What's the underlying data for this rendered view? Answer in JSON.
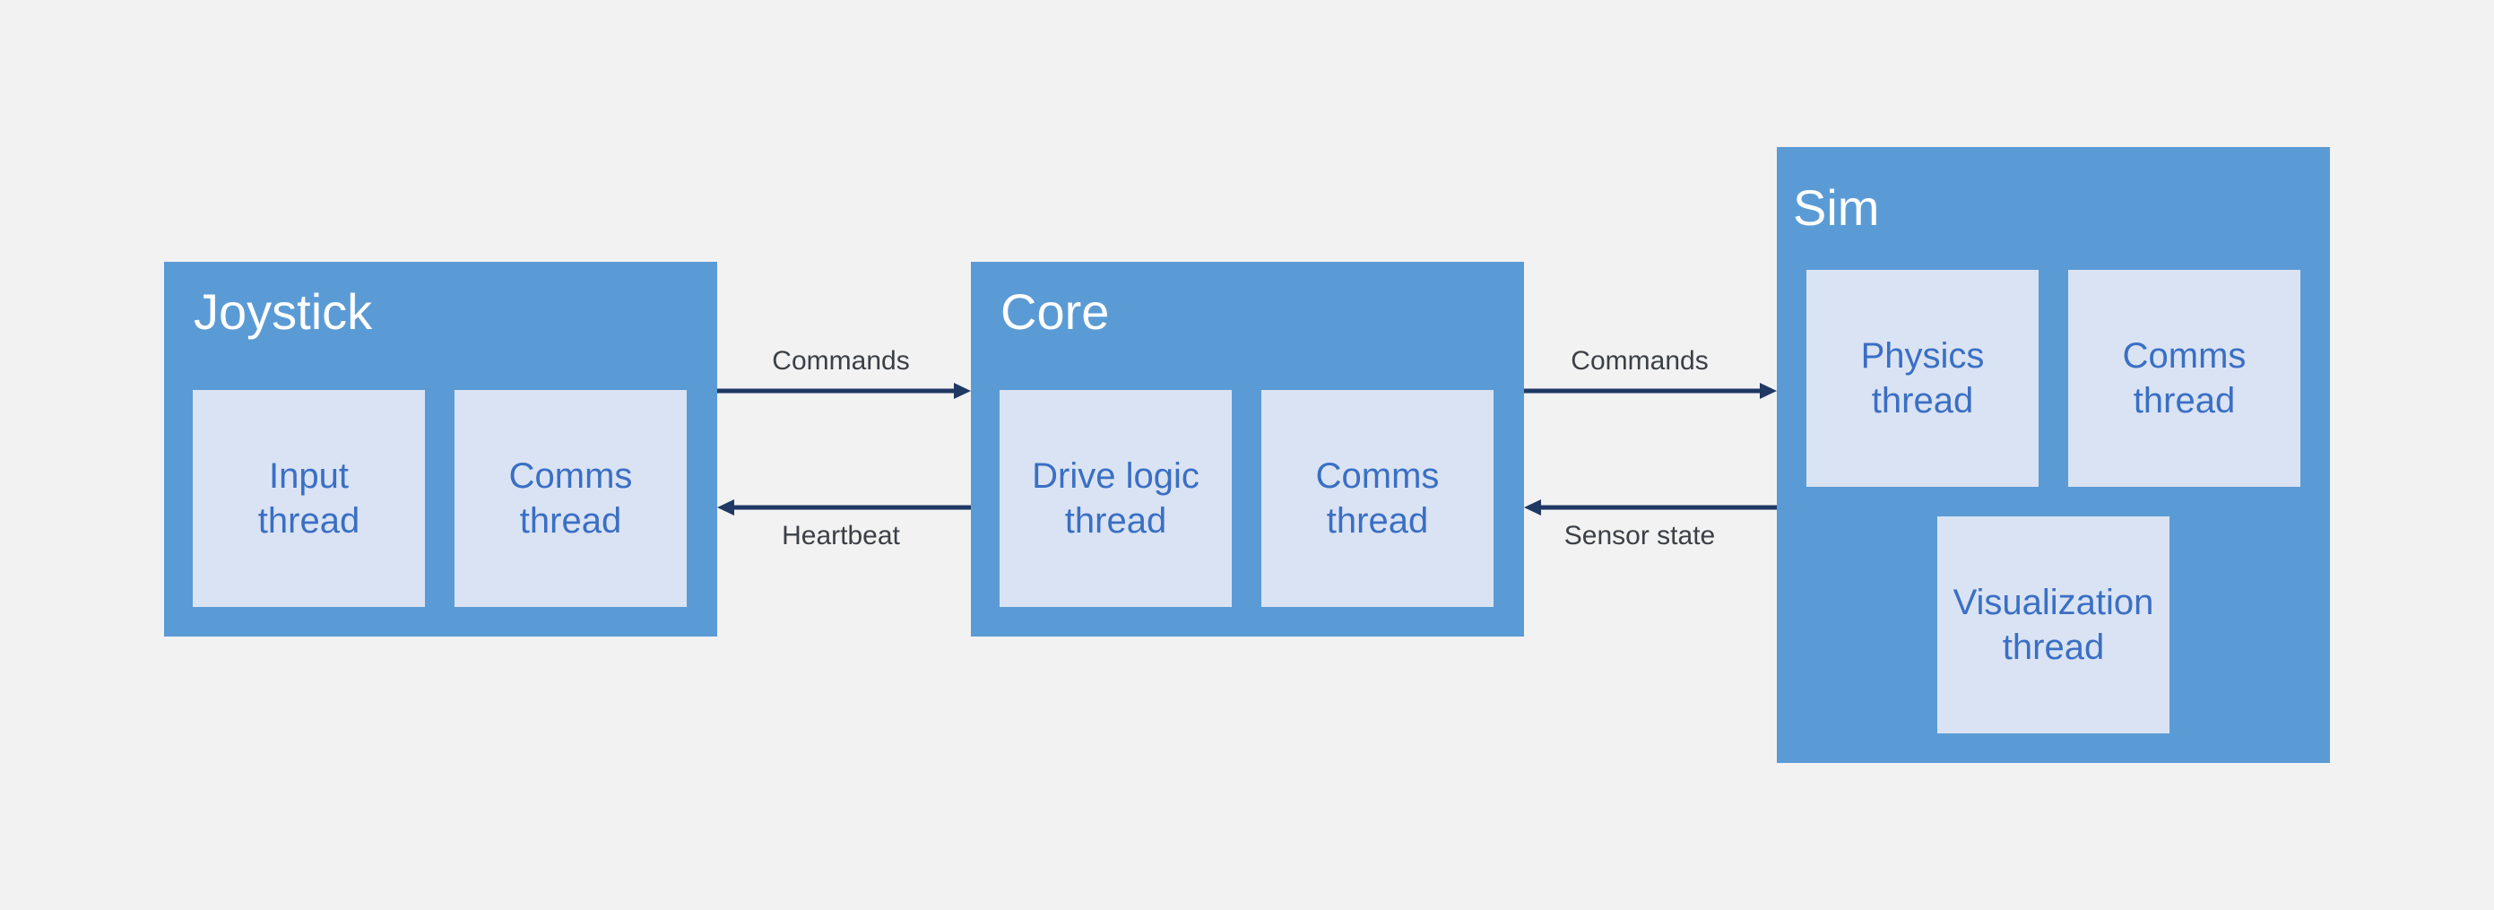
{
  "diagram": {
    "blocks": [
      {
        "title": "Joystick",
        "threads": [
          "Input\nthread",
          "Comms\nthread"
        ]
      },
      {
        "title": "Core",
        "threads": [
          "Drive logic\nthread",
          "Comms\nthread"
        ]
      },
      {
        "title": "Sim",
        "threads": [
          "Physics\nthread",
          "Comms\nthread",
          "Visualization\nthread"
        ]
      }
    ],
    "edges": [
      {
        "from": "Joystick",
        "to": "Core",
        "label": "Commands"
      },
      {
        "from": "Core",
        "to": "Joystick",
        "label": "Heartbeat"
      },
      {
        "from": "Core",
        "to": "Sim",
        "label": "Commands"
      },
      {
        "from": "Sim",
        "to": "Core",
        "label": "Sensor state"
      }
    ]
  },
  "colors": {
    "background": "#f2f2f2",
    "block_fill": "#5b9bd5",
    "thread_fill": "#dae3f3",
    "thread_text": "#3a6fc4",
    "arrow": "#1f3864",
    "label_text": "#3b3f46"
  }
}
